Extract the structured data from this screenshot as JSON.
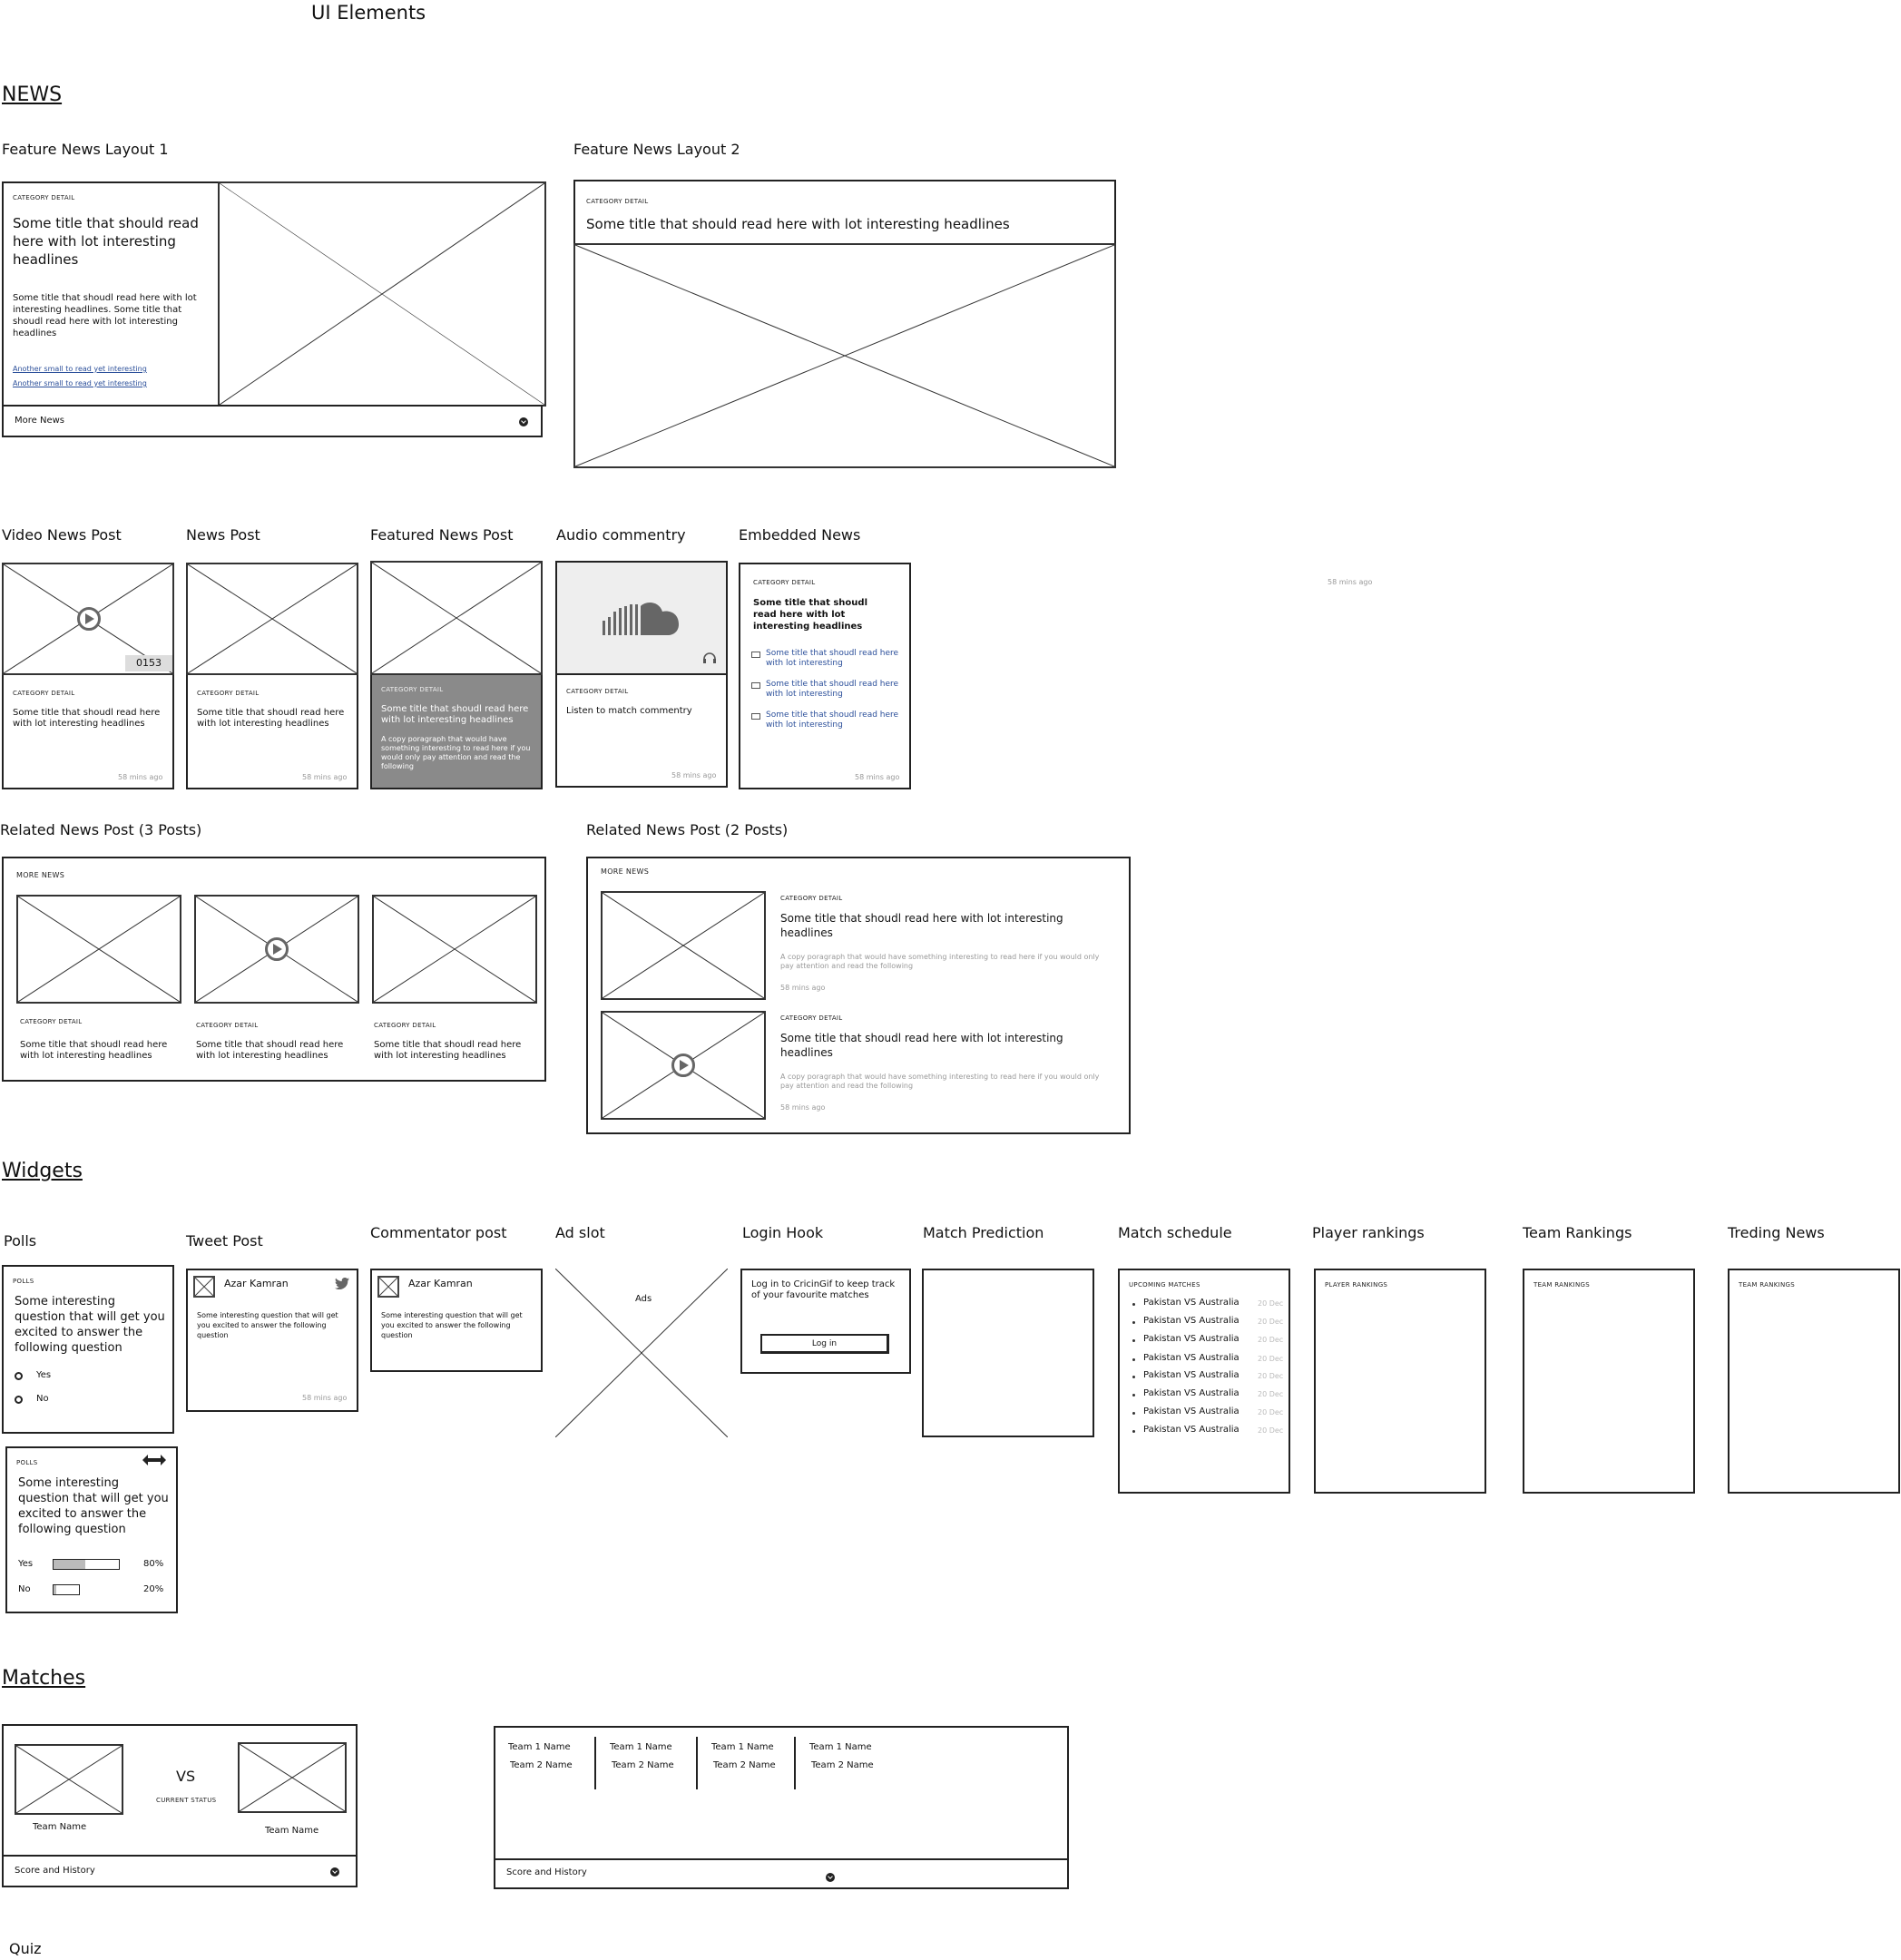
{
  "page_title": "UI Elements",
  "sections": {
    "news": "NEWS",
    "widgets": "Widgets",
    "matches": "Matches",
    "quiz": "Quiz"
  },
  "labels": {
    "feature1": "Feature News  Layout 1",
    "feature2": "Feature News   Layout 2",
    "video": "Video News Post",
    "newspost": "News Post",
    "featured": "Featured News Post",
    "audio": "Audio commentry",
    "embedded": "Embedded News",
    "related3": "Related News Post  (3 Posts)",
    "related2": "Related News Post  (2 Posts)",
    "polls": "Polls",
    "tweet": "Tweet Post",
    "commentator": "Commentator post",
    "ad": "Ad slot",
    "login": "Login Hook",
    "prediction": "Match Prediction",
    "schedule": "Match schedule",
    "player_rankings": "Player rankings",
    "team_rankings": "Team Rankings",
    "trending": "Treding News"
  },
  "common": {
    "category": "CATEGORY DETAIL",
    "time": "58 mins ago",
    "short_title": "Some title that shoudl read here with lot interesting headlines",
    "copy": "A copy poragraph that would have something interesting to read here if you would only pay attention and read the following"
  },
  "feature1": {
    "title": "Some title that should read here with lot interesting headlines",
    "body": "Some title that shoudl read here with lot interesting headlines. Some title that shoudl read here with lot interesting headlines",
    "links": [
      "Another small to read yet interesting",
      "Another small to read yet interesting"
    ],
    "more": "More News"
  },
  "feature2": {
    "title": "Some title that should read here with lot interesting headlines"
  },
  "video": {
    "duration": "0153"
  },
  "audio": {
    "title": "Listen to match commentry"
  },
  "embedded": {
    "title": "Some title that shoudl read here with lot interesting headlines",
    "items": [
      "Some title that shoudl read here with lot interesting",
      "Some title that shoudl read here with lot interesting",
      "Some title that shoudl read here with lot interesting"
    ]
  },
  "orphan_time": "58 mins ago",
  "related3": {
    "header": "MORE NEWS"
  },
  "related2": {
    "header": "MORE NEWS"
  },
  "poll": {
    "label": "POLLS",
    "question": "Some interesting question that will get you excited to answer the following question",
    "options": [
      "Yes",
      "No"
    ],
    "results": [
      {
        "label": "Yes",
        "value": 0.8,
        "text": "80%"
      },
      {
        "label": "No",
        "value": 0.2,
        "text": "20%"
      }
    ]
  },
  "tweet": {
    "author": "Azar Kamran",
    "text": "Some interesting question that will get you excited to answer the following question"
  },
  "ad": {
    "label": "Ads"
  },
  "login": {
    "text": "Log in to CricinGif to keep track of your favourite matches",
    "button": "Log in"
  },
  "schedule": {
    "header": "UPCOMING MATCHES",
    "matches": [
      {
        "name": "Pakistan VS Australia",
        "date": "20 Dec"
      },
      {
        "name": "Pakistan VS Australia",
        "date": "20 Dec"
      },
      {
        "name": "Pakistan VS Australia",
        "date": "20 Dec"
      },
      {
        "name": "Pakistan VS Australia",
        "date": "20 Dec"
      },
      {
        "name": "Pakistan VS Australia",
        "date": "20 Dec"
      },
      {
        "name": "Pakistan VS Australia",
        "date": "20 Dec"
      },
      {
        "name": "Pakistan VS Australia",
        "date": "20 Dec"
      },
      {
        "name": "Pakistan VS Australia",
        "date": "20 Dec"
      }
    ]
  },
  "rankings": {
    "player": "PLAYER RANKINGS",
    "team": "TEAM RANKINGS",
    "trending": "TEAM RANKINGS"
  },
  "match": {
    "vs": "VS",
    "status": "CURRENT STATUS",
    "team": "Team Name",
    "footer": "Score and History"
  },
  "match_multi": {
    "games": [
      {
        "t1": "Team 1 Name",
        "t2": "Team 2 Name"
      },
      {
        "t1": "Team 1 Name",
        "t2": "Team 2 Name"
      },
      {
        "t1": "Team 1 Name",
        "t2": "Team 2 Name"
      },
      {
        "t1": "Team 1 Name",
        "t2": "Team 2 Name"
      }
    ],
    "footer": "Score and History"
  }
}
